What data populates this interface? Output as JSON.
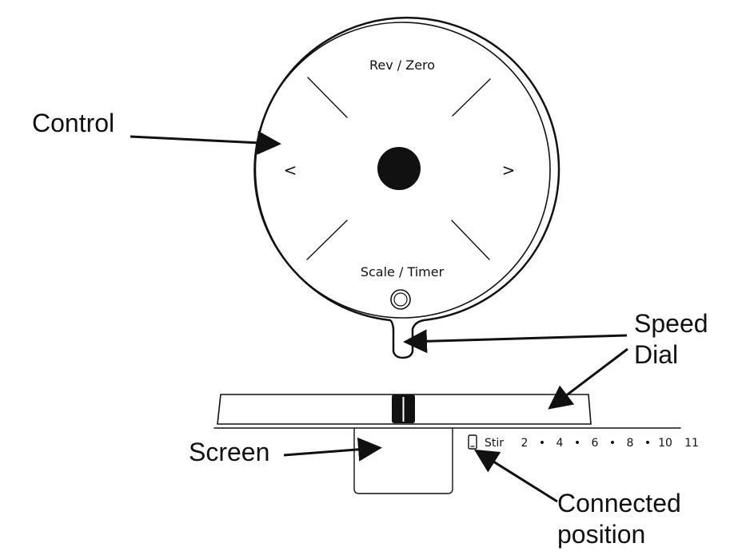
{
  "labels": {
    "control": "Control",
    "speed_dial_line1": "Speed",
    "speed_dial_line2": "Dial",
    "screen": "Screen",
    "connected_line1": "Connected",
    "connected_line2": "position"
  },
  "control": {
    "top_label": "Rev / Zero",
    "bottom_label": "Scale / Timer",
    "left_glyph": "<",
    "right_glyph": ">"
  },
  "speed_scale": {
    "items": [
      "Stir",
      "2",
      "•",
      "4",
      "•",
      "6",
      "•",
      "8",
      "•",
      "10",
      "11"
    ],
    "connected_icon": "phone-icon"
  },
  "colors": {
    "ink": "#111111",
    "background": "#ffffff"
  }
}
